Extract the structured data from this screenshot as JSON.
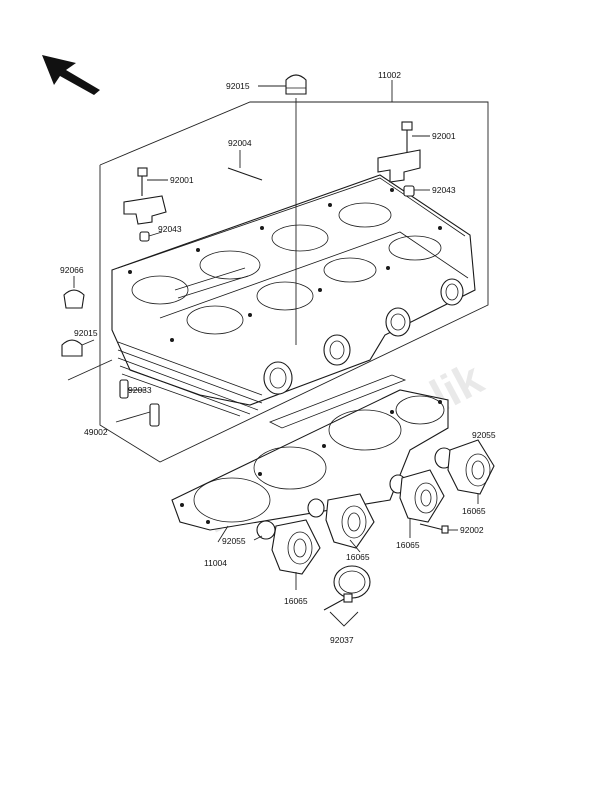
{
  "watermark": "PartsRepublik",
  "labels": {
    "p92015_top": "92015",
    "p11002": "11002",
    "p92004": "92004",
    "p92001_right": "92001",
    "p92001_left": "92001",
    "p92043_right": "92043",
    "p92043_left": "92043",
    "p92066": "92066",
    "p92015_left": "92015",
    "p92033": "92033",
    "p49002": "49002",
    "p92055_right": "92055",
    "p16065_r1": "16065",
    "p16065_r2": "16065",
    "p92002": "92002",
    "p16065_mid": "16065",
    "p92055_left": "92055",
    "p11004": "11004",
    "p16065_left": "16065",
    "p92037": "92037"
  }
}
